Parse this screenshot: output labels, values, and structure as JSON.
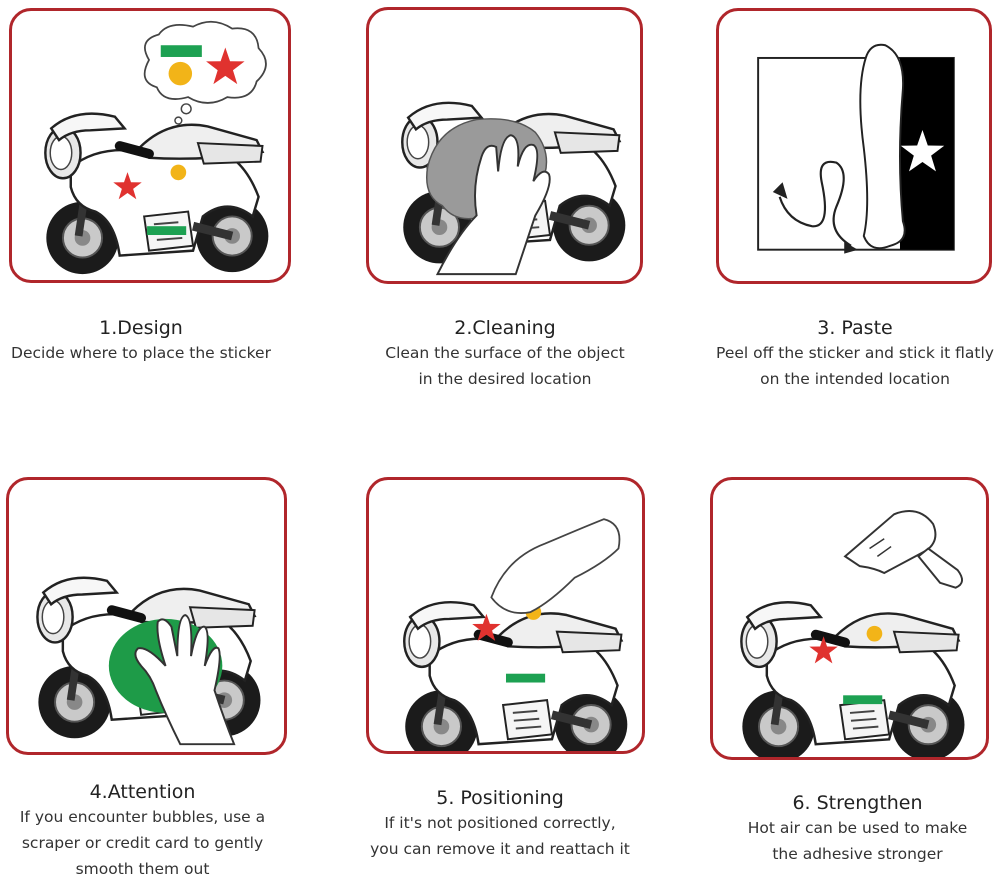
{
  "steps": [
    {
      "title": "1.Design",
      "lines": [
        "Decide where to place the sticker"
      ]
    },
    {
      "title": "2.Cleaning",
      "lines": [
        "Clean the surface of the object",
        "in the desired location"
      ]
    },
    {
      "title": "3. Paste",
      "lines": [
        "Peel off the sticker and stick it flatly",
        "on the intended location"
      ]
    },
    {
      "title": "4.Attention",
      "lines": [
        "If you encounter bubbles, use a",
        "scraper or credit card to gently",
        "smooth them out"
      ]
    },
    {
      "title": "5. Positioning",
      "lines": [
        "If it's not positioned correctly,",
        "you can remove it and reattach it"
      ]
    },
    {
      "title": "6. Strengthen",
      "lines": [
        "Hot air can be used to make",
        "the adhesive stronger"
      ]
    }
  ],
  "colors": {
    "border": "#b0262b",
    "sticker_red": "#e0322f",
    "sticker_yellow": "#f2b418",
    "sticker_green": "#1da152",
    "scraper_green": "#1e9b48"
  }
}
